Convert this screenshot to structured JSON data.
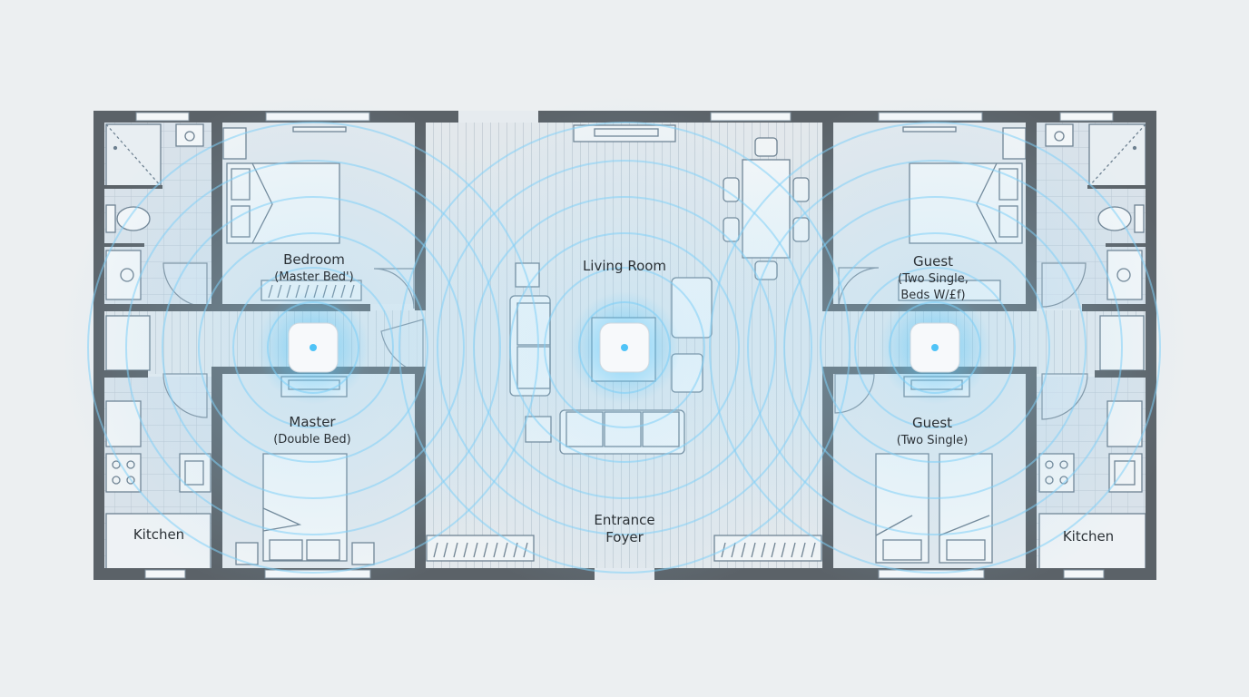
{
  "rooms": {
    "bedroom_top_left": {
      "name": "Bedroom",
      "subtitle": "(Master Bed')"
    },
    "living_room": {
      "name": "Living Room"
    },
    "guest_top_right": {
      "name": "Guest",
      "subtitle_line1": "(Two Single,",
      "subtitle_line2": "Beds W/£f)"
    },
    "master_bottom_left": {
      "name": "Master",
      "subtitle": "(Double Bed)"
    },
    "guest_bottom_right": {
      "name": "Guest",
      "subtitle": "(Two Single)"
    },
    "kitchen_left": {
      "name": "Kitchen"
    },
    "kitchen_right": {
      "name": "Kitchen"
    },
    "entrance": {
      "line1": "Entrance",
      "line2": "Foyer"
    }
  },
  "routers": [
    {
      "id": "router-left",
      "room": "hallway-left"
    },
    {
      "id": "router-center",
      "room": "living-room"
    },
    {
      "id": "router-right",
      "room": "hallway-right"
    }
  ],
  "colors": {
    "background": "#eceff1",
    "wall": "#5b6268",
    "floor_light": "#dfe5ea",
    "floor_tile": "#d3dde6",
    "signal": "#4fc3f7",
    "signal_glow": "#29a9f0",
    "label": "#2b3136"
  },
  "icons": {
    "router": "wifi-router-icon",
    "toilet": "toilet-icon",
    "sink": "sink-icon",
    "shower": "shower-icon",
    "stove": "stove-icon",
    "bed": "bed-icon",
    "sofa": "sofa-icon",
    "dining_table": "dining-table-icon",
    "tv": "tv-icon"
  }
}
